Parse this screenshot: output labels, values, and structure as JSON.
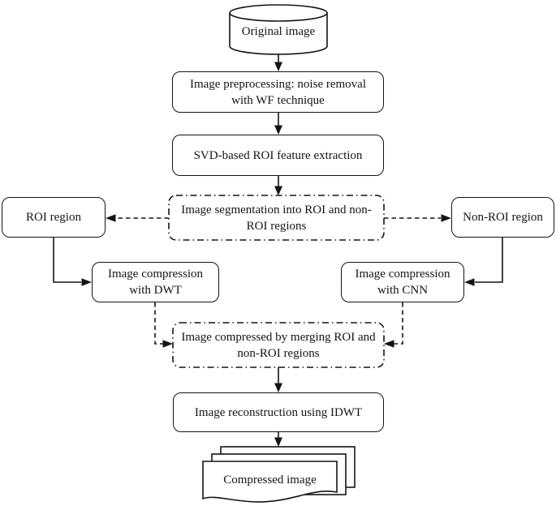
{
  "diagram": {
    "type": "flowchart",
    "background": "#ffffff",
    "stroke_color": "#141414",
    "text_color": "#141414",
    "nodes": {
      "original_image": {
        "shape": "cylinder",
        "label": "Original image"
      },
      "preprocessing": {
        "shape": "rounded-rect",
        "label": "Image preprocessing: noise removal\nwith WF technique"
      },
      "svd_extraction": {
        "shape": "rounded-rect",
        "label": "SVD-based ROI feature extraction"
      },
      "segmentation": {
        "shape": "rounded-rect-dashdot",
        "label": "Image segmentation into ROI and non-\nROI regions"
      },
      "roi_region": {
        "shape": "rounded-rect",
        "label": "ROI region"
      },
      "non_roi_region": {
        "shape": "rounded-rect",
        "label": "Non-ROI region"
      },
      "dwt_compression": {
        "shape": "rounded-rect",
        "label": "Image compression\nwith DWT"
      },
      "cnn_compression": {
        "shape": "rounded-rect",
        "label": "Image compression\nwith CNN"
      },
      "merge": {
        "shape": "rounded-rect-dashdot",
        "label": "Image compressed by merging ROI and\nnon-ROI regions"
      },
      "reconstruction": {
        "shape": "rounded-rect",
        "label": "Image reconstruction using IDWT"
      },
      "compressed_image": {
        "shape": "document-stack",
        "label": "Compressed image"
      }
    },
    "edges": [
      {
        "from": "original_image",
        "to": "preprocessing",
        "style": "solid"
      },
      {
        "from": "preprocessing",
        "to": "svd_extraction",
        "style": "solid"
      },
      {
        "from": "svd_extraction",
        "to": "segmentation",
        "style": "solid"
      },
      {
        "from": "segmentation",
        "to": "roi_region",
        "style": "dashed"
      },
      {
        "from": "segmentation",
        "to": "non_roi_region",
        "style": "dashed"
      },
      {
        "from": "roi_region",
        "to": "dwt_compression",
        "style": "solid"
      },
      {
        "from": "non_roi_region",
        "to": "cnn_compression",
        "style": "solid"
      },
      {
        "from": "dwt_compression",
        "to": "merge",
        "style": "dashed"
      },
      {
        "from": "cnn_compression",
        "to": "merge",
        "style": "dashed"
      },
      {
        "from": "merge",
        "to": "reconstruction",
        "style": "solid"
      },
      {
        "from": "reconstruction",
        "to": "compressed_image",
        "style": "solid"
      }
    ]
  }
}
